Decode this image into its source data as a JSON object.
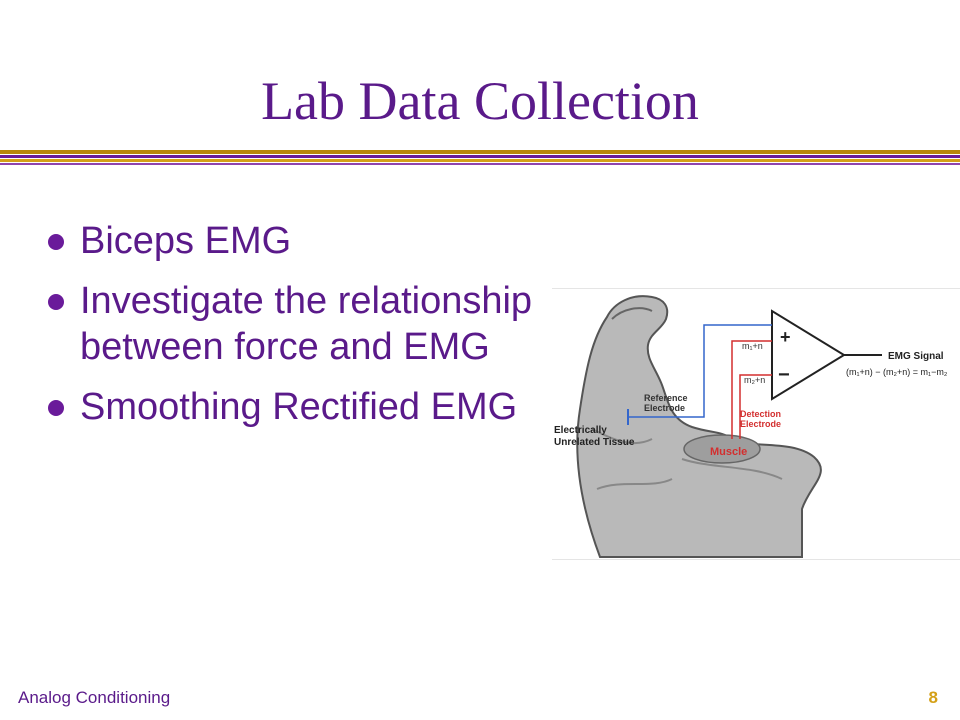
{
  "slide": {
    "title": "Lab Data Collection",
    "bullets": [
      "Biceps EMG",
      "Investigate the relationship between force and EMG",
      "Smoothing Rectified EMG"
    ]
  },
  "figure": {
    "labels": {
      "plus": "+",
      "minus": "−",
      "m1n": "m₁+n",
      "m2n": "m₂+n",
      "emg_signal": "EMG Signal",
      "equation": "(m₁+n) − (m₂+n) = m₁−m₂",
      "reference_electrode_1": "Reference",
      "reference_electrode_2": "Electrode",
      "detection_electrode_1": "Detection",
      "detection_electrode_2": "Electrode",
      "unrelated_1": "Electrically",
      "unrelated_2": "Unrelated Tissue",
      "muscle": "Muscle"
    }
  },
  "footer": {
    "left": "Analog Conditioning",
    "page_number": "8"
  },
  "colors": {
    "title": "#5a1a8a",
    "gold": "#d4a017",
    "wire_blue": "#3366cc",
    "wire_red": "#d32f2f"
  }
}
